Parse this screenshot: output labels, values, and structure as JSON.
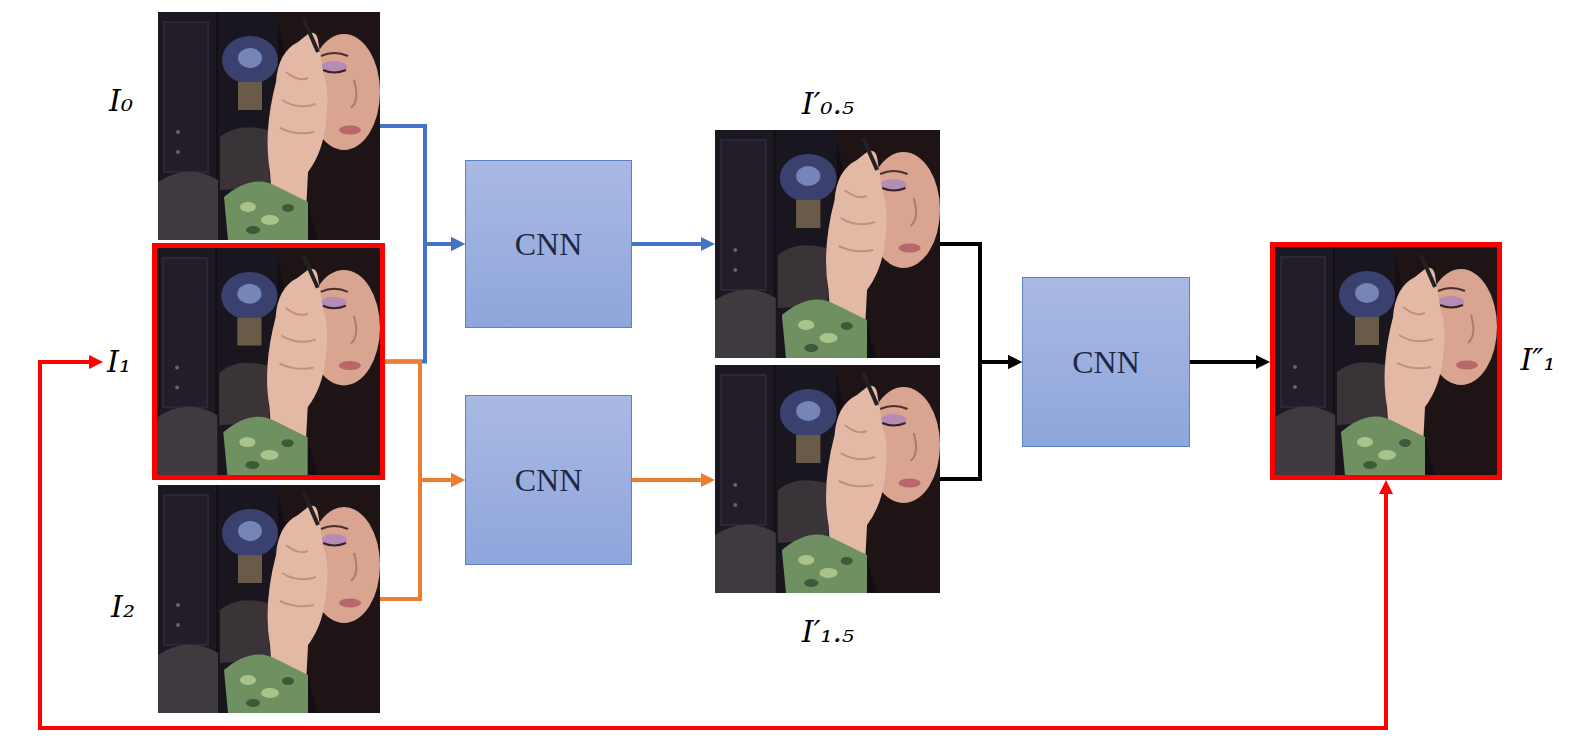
{
  "diagram": {
    "nodes": [
      {
        "text": [
          "I₀"
        ]
      },
      {
        "text": [
          "I₁"
        ]
      },
      {
        "text": [
          "I₂"
        ]
      },
      {
        "text": [
          "CNN"
        ]
      },
      {
        "text": [
          "CNN"
        ]
      },
      {
        "text": [
          "I′₀.₅"
        ]
      },
      {
        "text": [
          "I′₁.₅"
        ]
      },
      {
        "text": [
          "CNN"
        ]
      },
      {
        "text": [
          "I″₁"
        ]
      }
    ],
    "edges": [
      {
        "from": 0,
        "to": 3,
        "arrow": "to"
      },
      {
        "from": 1,
        "to": 3,
        "arrow": "to"
      },
      {
        "from": 1,
        "to": 4,
        "arrow": "to"
      },
      {
        "from": 2,
        "to": 4,
        "arrow": "to"
      },
      {
        "from": 3,
        "to": 5,
        "arrow": "to"
      },
      {
        "from": 4,
        "to": 6,
        "arrow": "to"
      },
      {
        "from": 5,
        "to": 7,
        "arrow": "to"
      },
      {
        "from": 6,
        "to": 7,
        "arrow": "to"
      },
      {
        "from": 7,
        "to": 8,
        "arrow": "to"
      },
      {
        "from": 8,
        "to": 1,
        "arrow": "both"
      }
    ]
  }
}
